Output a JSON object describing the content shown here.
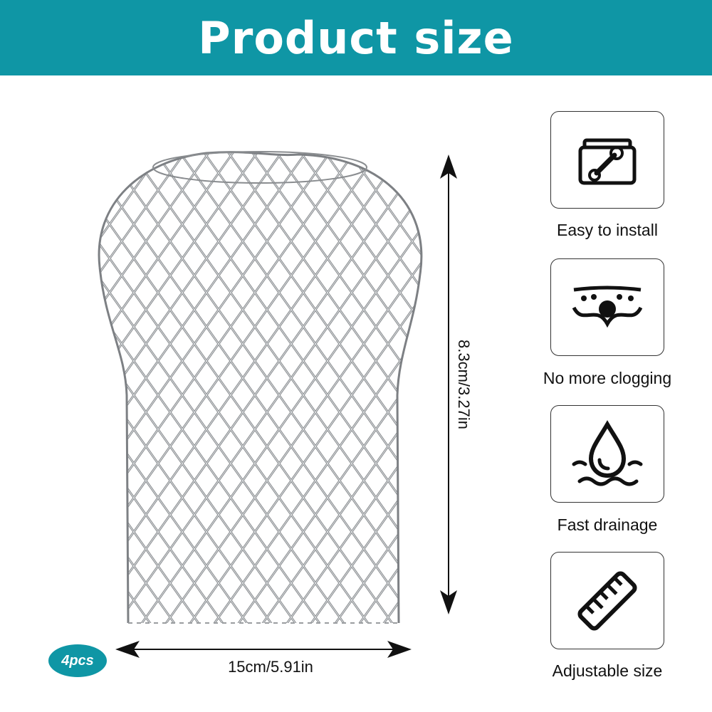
{
  "banner": {
    "title": "Product size",
    "background_color": "#0f96a5"
  },
  "product": {
    "name_icon": "gutter-mesh-strainer"
  },
  "dimensions": {
    "height_label": "8.3cm/3.27in",
    "width_label": "15cm/5.91in"
  },
  "quantity_badge": "4pcs",
  "features": [
    {
      "label": "Easy to install",
      "icon": "toolbox-wrench-icon"
    },
    {
      "label": "No more clogging",
      "icon": "clog-free-pipe-icon"
    },
    {
      "label": "Fast drainage",
      "icon": "water-drop-icon"
    },
    {
      "label": "Adjustable size",
      "icon": "ruler-icon"
    }
  ]
}
